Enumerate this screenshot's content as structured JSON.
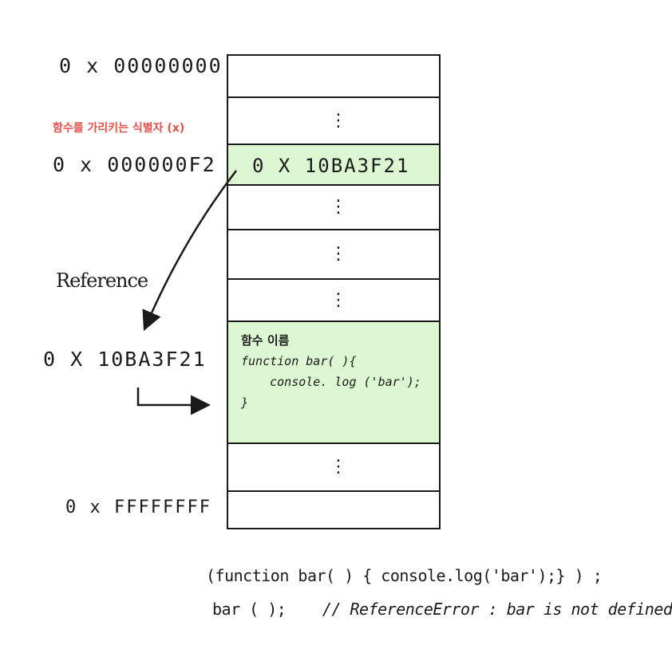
{
  "labels": {
    "addr_top": "0 x 00000000",
    "warning": "함수를 가리키는 식별자 (x)",
    "addr_f2": "0 x 000000F2",
    "reference": "Reference",
    "addr_func": "0 X 10BA3F21",
    "addr_bottom": "0 x FFFFFFFF"
  },
  "stack": {
    "pointer_value": "0 X 10BA3F21",
    "dots": "⋮",
    "code_title": "함수 이름",
    "code_line1": "function bar( ){",
    "code_line2": "    console. log ('bar');",
    "code_line3": "}"
  },
  "bottom": {
    "line1": "(function bar( ) { console.log('bar');} ) ;",
    "line2_code": "bar ( );",
    "line2_comment": "// ReferenceError : bar is not defined."
  },
  "colors": {
    "highlight": "#dcf7d2",
    "warning": "#e0524a"
  }
}
